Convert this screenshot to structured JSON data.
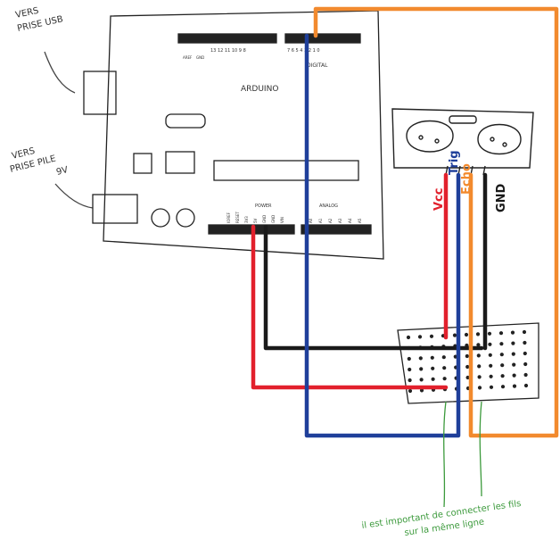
{
  "notes": {
    "usb_line1": "VERS",
    "usb_line2": "PRISE USB",
    "battery_line1": "VERS",
    "battery_line2": "PRISE PILE",
    "battery_line3": "9V",
    "bottom_line1": "il est important de connecter les fils",
    "bottom_line2": "sur la même ligne"
  },
  "board": {
    "name": "ARDUINO",
    "digital_label": "DIGITAL",
    "power_label": "POWER",
    "analog_label": "ANALOG",
    "aref_label": "AREF",
    "gnd_label": "GND",
    "digital_numbers_left": "13 12 11 10 9 8",
    "digital_numbers_right": "7 6 5 4 3 2 1 0",
    "power_pins": [
      "IOREF",
      "RESET",
      "3V3",
      "5V",
      "GND",
      "GND",
      "VIN"
    ],
    "analog_pins": [
      "A0",
      "A1",
      "A2",
      "A3",
      "A4",
      "A5"
    ]
  },
  "sensor": {
    "pins": [
      "Vcc",
      "Trig",
      "Echo",
      "GND"
    ]
  },
  "colors": {
    "vcc": "#e2202c",
    "trig": "#1f3f9a",
    "echo": "#f28a2e",
    "gnd": "#1a1a1a",
    "note": "#3c9a3c",
    "sketch": "#222222"
  }
}
